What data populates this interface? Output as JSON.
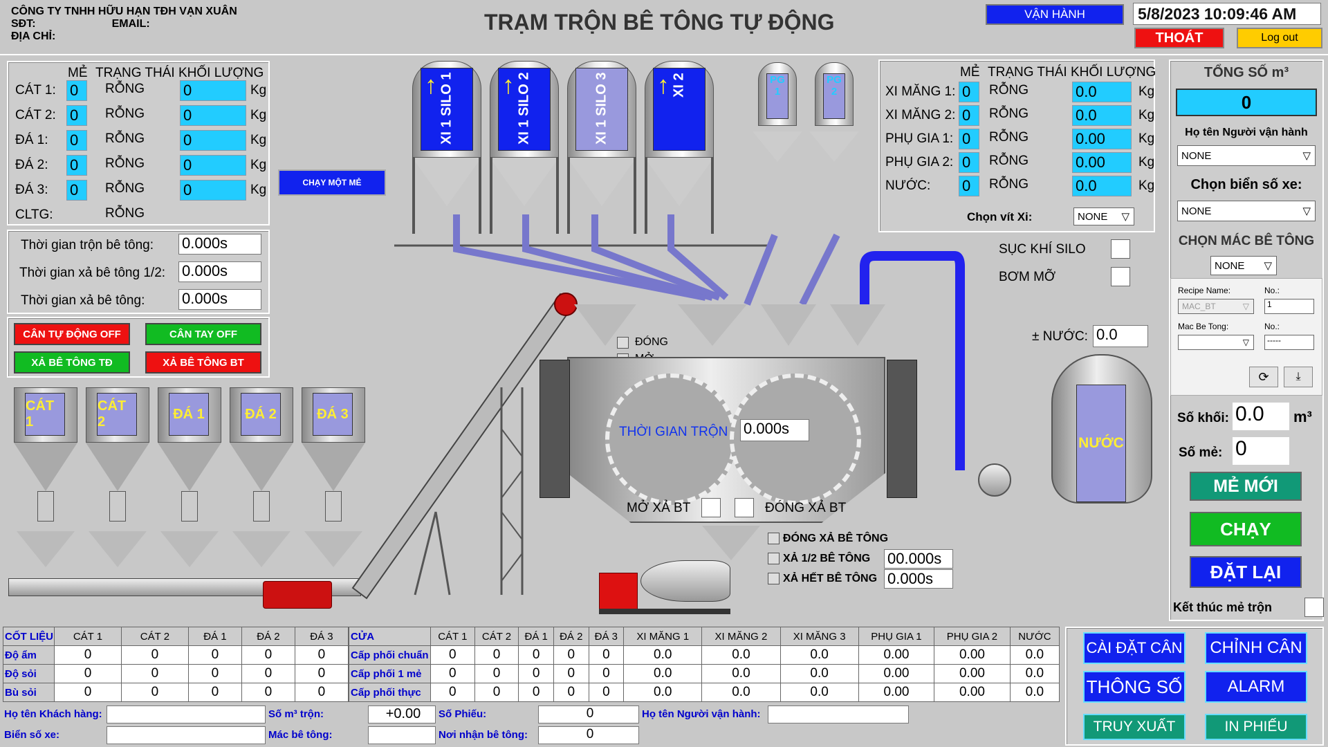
{
  "company": {
    "name": "CÔNG TY TNHH HỮU HẠN TĐH VẠN XUÂN",
    "sdt": "SĐT:",
    "email": "EMAIL:",
    "diachi": "ĐỊA CHỈ:"
  },
  "title": "TRẠM TRỘN BÊ TÔNG TỰ ĐỘNG",
  "header": {
    "status": "VẬN HÀNH",
    "datetime": "5/8/2023 10:09:46 AM",
    "exit": "THOÁT",
    "logout": "Log out"
  },
  "agg": {
    "h_me": "MẺ",
    "h_state": "TRẠNG THÁI",
    "h_mass": "KHỐI LƯỢNG",
    "unit": "Kg",
    "rows": [
      {
        "name": "CÁT 1:",
        "me": "0",
        "state": "RỖNG",
        "mass": "0"
      },
      {
        "name": "CÁT 2:",
        "me": "0",
        "state": "RỖNG",
        "mass": "0"
      },
      {
        "name": "ĐÁ 1:",
        "me": "0",
        "state": "RỖNG",
        "mass": "0"
      },
      {
        "name": "ĐÁ 2:",
        "me": "0",
        "state": "RỖNG",
        "mass": "0"
      },
      {
        "name": "ĐÁ 3:",
        "me": "0",
        "state": "RỖNG",
        "mass": "0"
      }
    ],
    "cltg": "CLTG:",
    "cltg_state": "RỖNG"
  },
  "times": {
    "mix_label": "Thời gian trộn bê tông:",
    "mix": "0.000s",
    "half_label": "Thời gian xả bê tông 1/2:",
    "half": "0.000s",
    "full_label": "Thời gian xả bê tông:",
    "full": "0.000s"
  },
  "buttons": {
    "can_auto": "CÂN TỰ ĐỘNG OFF",
    "can_tay": "CÂN TAY OFF",
    "xa_td": "XẢ BÊ TÔNG TĐ",
    "xa_bt": "XẢ BÊ TÔNG BT",
    "run_one": "CHẠY MỘT MẺ"
  },
  "bins": [
    "CÁT 1",
    "CÁT 2",
    "ĐÁ 1",
    "ĐÁ 2",
    "ĐÁ 3"
  ],
  "silos": [
    "XI 1 SILO 1",
    "XI 1 SILO 2",
    "XI 1 SILO 3",
    "XI 2"
  ],
  "pg": [
    "PG 1",
    "PG 2"
  ],
  "cement": {
    "h_me": "MẺ",
    "h_state": "TRẠNG THÁI",
    "h_mass": "KHỐI LƯỢNG",
    "unit": "Kg",
    "rows": [
      {
        "name": "XI MĂNG 1:",
        "me": "0",
        "state": "RỖNG",
        "mass": "0.0"
      },
      {
        "name": "XI MĂNG 2:",
        "me": "0",
        "state": "RỖNG",
        "mass": "0.0"
      },
      {
        "name": "PHỤ GIA 1:",
        "me": "0",
        "state": "RỖNG",
        "mass": "0.00"
      },
      {
        "name": "PHỤ GIA 2:",
        "me": "0",
        "state": "RỖNG",
        "mass": "0.00"
      },
      {
        "name": "NƯỚC:",
        "me": "0",
        "state": "RỖNG",
        "mass": "0.0"
      }
    ],
    "screw_label": "Chọn vít Xi:",
    "screw": "NONE"
  },
  "aux": {
    "suc_khi": "SỤC KHÍ SILO",
    "bom_mo": "BƠM MỠ",
    "nuoc_label": "± NƯỚC:",
    "nuoc": "0.0"
  },
  "mixer": {
    "dong": "ĐÓNG",
    "mo": "MỞ",
    "time_label": "THỜI GIAN TRỘN",
    "time": "0.000s",
    "mo_xa": "MỞ XẢ BT",
    "dong_xa": "ĐÓNG XẢ BT",
    "water": "NƯỚC"
  },
  "discharge": {
    "dong": "ĐÓNG XẢ BÊ TÔNG",
    "half": "XẢ 1/2 BÊ TÔNG",
    "half_val": "00.000s",
    "full": "XẢ HẾT BÊ TÔNG",
    "full_val": "0.000s"
  },
  "right": {
    "total_label": "TỔNG SỐ m³",
    "total": "0",
    "operator_label": "Họ tên Người vận hành",
    "operator": "NONE",
    "plate_label": "Chọn biển số xe:",
    "plate": "NONE",
    "grade_label": "CHỌN MÁC BÊ TÔNG",
    "grade": "NONE",
    "recipe_name": "Recipe Name:",
    "recipe_no": "No.:",
    "recipe_val": "MAC_BT",
    "recipe_no_val": "1",
    "mac_label": "Mac Be Tong:",
    "mac_no": "No.:",
    "mac_no_val": "-----",
    "so_khoi_label": "Số khối:",
    "so_khoi": "0.0",
    "unit": "m³",
    "so_me_label": "Số mẻ:",
    "so_me": "0",
    "new": "MẺ MỚI",
    "run": "CHẠY",
    "reset": "ĐẶT LẠI",
    "end_label": "Kết thúc mẻ trộn"
  },
  "table1": {
    "headers": [
      "CỐT LIỆU",
      "CÁT 1",
      "CÁT 2",
      "ĐÁ 1",
      "ĐÁ 2",
      "ĐÁ 3"
    ],
    "rows": [
      {
        "label": "Độ ẩm",
        "vals": [
          "0",
          "0",
          "0",
          "0",
          "0"
        ]
      },
      {
        "label": "Độ sỏi",
        "vals": [
          "0",
          "0",
          "0",
          "0",
          "0"
        ]
      },
      {
        "label": "Bù sỏi",
        "vals": [
          "0",
          "0",
          "0",
          "0",
          "0"
        ]
      }
    ]
  },
  "table2": {
    "headers": [
      "CỬA",
      "CÁT 1",
      "CÁT 2",
      "ĐÁ 1",
      "ĐÁ 2",
      "ĐÁ 3",
      "XI MĂNG 1",
      "XI MĂNG 2",
      "XI MĂNG 3",
      "PHỤ GIA 1",
      "PHỤ GIA 2",
      "NƯỚC"
    ],
    "rows": [
      {
        "label": "Cấp phối chuẩn",
        "vals": [
          "0",
          "0",
          "0",
          "0",
          "0",
          "0.0",
          "0.0",
          "0.0",
          "0.00",
          "0.00",
          "0.0"
        ]
      },
      {
        "label": "Cấp phối 1 mẻ",
        "vals": [
          "0",
          "0",
          "0",
          "0",
          "0",
          "0.0",
          "0.0",
          "0.0",
          "0.00",
          "0.00",
          "0.0"
        ]
      },
      {
        "label": "Cấp phối thực",
        "vals": [
          "0",
          "0",
          "0",
          "0",
          "0",
          "0.0",
          "0.0",
          "0.0",
          "0.00",
          "0.00",
          "0.0"
        ]
      }
    ]
  },
  "info": {
    "customer": "Họ tên Khách hàng:",
    "plate": "Biển số xe:",
    "m3": "Số m³ trộn:",
    "m3_val": "+0.00",
    "grade": "Mác bê tông:",
    "ticket": "Số Phiếu:",
    "ticket_val": "0",
    "place": "Nơi nhận bê tông:",
    "place_val": "0",
    "operator": "Họ tên Người vận hành:"
  },
  "bottom": {
    "cai_dat": "CÀI ĐẶT CÂN",
    "chinh_can": "CHỈNH CÂN",
    "thong_so": "THÔNG SỐ",
    "alarm": "ALARM",
    "truy_xuat": "TRUY XUẤT",
    "in_phieu": "IN PHIẾU"
  }
}
